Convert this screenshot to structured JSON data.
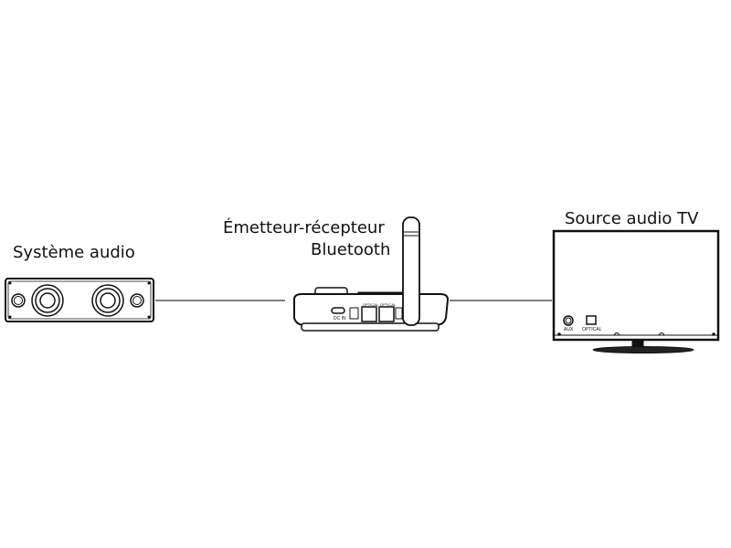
{
  "diagram": {
    "nodes": [
      {
        "id": "audio-system",
        "label": "Système audio"
      },
      {
        "id": "transceiver",
        "label_line1": "Émetteur-récepteur",
        "label_line2": "Bluetooth",
        "ports": [
          "DC IN",
          "OPTICAL",
          "OPTICAL"
        ]
      },
      {
        "id": "tv",
        "label": "Source audio TV",
        "ports": [
          "AUX",
          "OPTICAL"
        ]
      }
    ],
    "edges": [
      {
        "from": "audio-system",
        "to": "transceiver"
      },
      {
        "from": "transceiver",
        "to": "tv"
      }
    ],
    "colors": {
      "line": "#111111",
      "background": "#ffffff"
    }
  }
}
